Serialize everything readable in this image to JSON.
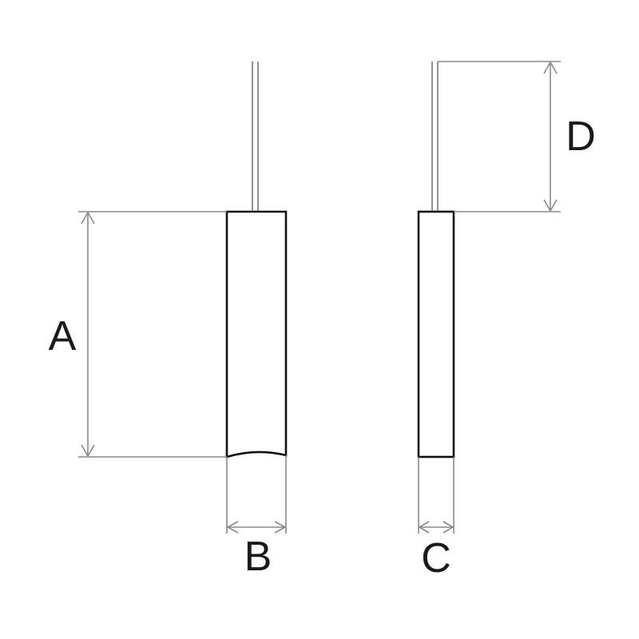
{
  "diagram": {
    "labels": {
      "a": "A",
      "b": "B",
      "c": "C",
      "d": "D"
    },
    "colors": {
      "outline": "#111111",
      "dimension": "#8a8a8a",
      "cable": "#777777",
      "text": "#1a1a1a"
    }
  }
}
